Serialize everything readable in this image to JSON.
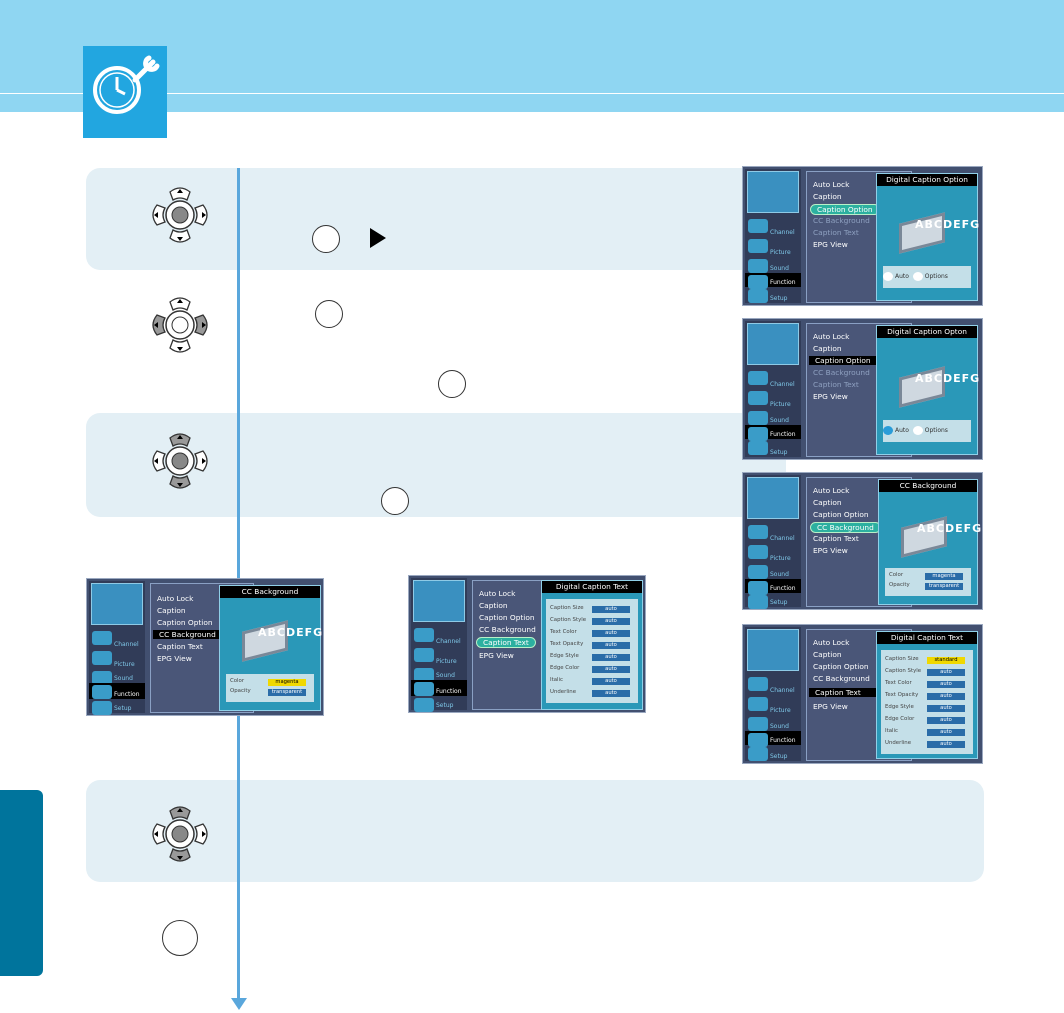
{
  "screens": [
    {
      "menu": [
        "Auto Lock",
        "Caption",
        "Caption Option",
        "CC Background",
        "Caption Text",
        "EPG View"
      ],
      "title": "Digital Caption Option",
      "auto": "Auto",
      "options": "Options",
      "sidebar": [
        "Channel",
        "Picture",
        "Sound",
        "Function",
        "Setup"
      ]
    },
    {
      "menu": [
        "Auto Lock",
        "Caption",
        "Caption Option",
        "CC Background",
        "Caption Text",
        "EPG View"
      ],
      "title": "Digital Caption Opton",
      "auto": "Auto",
      "options": "Options",
      "sidebar": [
        "Channel",
        "Picture",
        "Sound",
        "Function",
        "Setup"
      ]
    },
    {
      "menu": [
        "Auto Lock",
        "Caption",
        "Caption Option",
        "CC Background",
        "Caption Text",
        "EPG View"
      ],
      "title": "CC Background",
      "rows": [
        [
          "Color",
          "magenta"
        ],
        [
          "Opacity",
          "transparent"
        ]
      ],
      "sidebar": [
        "Channel",
        "Picture",
        "Sound",
        "Function",
        "Setup"
      ]
    },
    {
      "menu": [
        "Auto Lock",
        "Caption",
        "Caption Option",
        "CC Background",
        "Caption Text",
        "EPG View"
      ],
      "title": "Digital Caption Text",
      "rows": [
        [
          "Caption Size",
          "standard"
        ],
        [
          "Caption Style",
          "auto"
        ],
        [
          "Text Color",
          "auto"
        ],
        [
          "Text Opacity",
          "auto"
        ],
        [
          "Edge Style",
          "auto"
        ],
        [
          "Edge Color",
          "auto"
        ],
        [
          "Italic",
          "auto"
        ],
        [
          "Underline",
          "auto"
        ]
      ],
      "sidebar": [
        "Channel",
        "Picture",
        "Sound",
        "Function",
        "Setup"
      ]
    },
    {
      "menu": [
        "Auto Lock",
        "Caption",
        "Caption Option",
        "CC Background",
        "Caption Text",
        "EPG View"
      ],
      "title": "CC Background",
      "rows": [
        [
          "Color",
          "magenta"
        ],
        [
          "Opacity",
          "transparent"
        ]
      ],
      "sidebar": [
        "Channel",
        "Picture",
        "Sound",
        "Function",
        "Setup"
      ]
    },
    {
      "menu": [
        "Auto Lock",
        "Caption",
        "Caption Option",
        "CC Background",
        "Caption Text",
        "EPG View"
      ],
      "title": "Digital Caption Text",
      "rows": [
        [
          "Caption Size",
          "auto"
        ],
        [
          "Caption Style",
          "auto"
        ],
        [
          "Text Color",
          "auto"
        ],
        [
          "Text Opacity",
          "auto"
        ],
        [
          "Edge Style",
          "auto"
        ],
        [
          "Edge Color",
          "auto"
        ],
        [
          "Italic",
          "auto"
        ],
        [
          "Underline",
          "auto"
        ]
      ],
      "sidebar": [
        "Channel",
        "Picture",
        "Sound",
        "Function",
        "Setup"
      ]
    }
  ],
  "colors": {
    "header": "#8fd6f2",
    "accent": "#22a6e0",
    "side_tab": "#00749c",
    "step_bg": "#e3eff5",
    "flow_line": "#5aa7dc"
  },
  "icons": {
    "logo": "clock-wrench-icon",
    "dpad": "dpad-icon",
    "enter": "enter-button-icon",
    "right": "right-arrow-icon"
  }
}
